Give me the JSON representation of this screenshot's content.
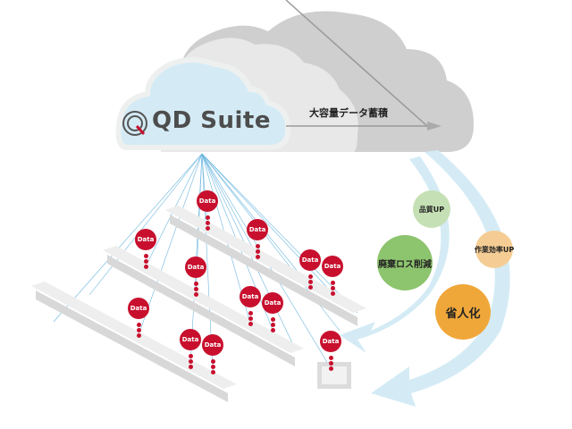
{
  "logo": {
    "name": "QD Suite",
    "icon": "qd-suite-logo-icon"
  },
  "cloud": {
    "storage_label": "大容量データ蓄積"
  },
  "data_badge_label": "Data",
  "benefits": [
    {
      "label": "品質UP",
      "color": "#c5e0b4"
    },
    {
      "label": "廃棄ロス削減",
      "color": "#8dc46e"
    },
    {
      "label": "作業効率UP",
      "color": "#f5cd94"
    },
    {
      "label": "省人化",
      "color": "#f0a73a"
    }
  ],
  "colors": {
    "accent_red": "#c8102e",
    "cloud_blue": "#d4ebf5",
    "arrow_blue": "#d4ebf5",
    "link_line_blue": "#6fb8e0"
  }
}
